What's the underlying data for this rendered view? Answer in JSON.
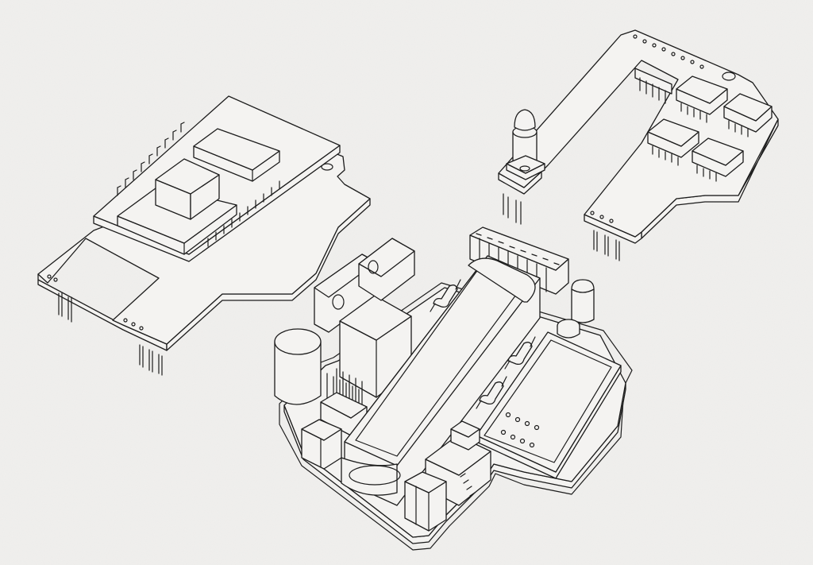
{
  "illustration": {
    "style": "isometric line drawing",
    "paper_color": "#f1f0ee",
    "ink_color": "#1c1c1c",
    "face_color": "#f4f3f1",
    "parts": [
      {
        "id": "main-module-board",
        "icon": "pcb-board-icon"
      },
      {
        "id": "radio-module-board",
        "icon": "radio-module-icon"
      },
      {
        "id": "led-sensor-board",
        "icon": "led-board-icon"
      }
    ]
  }
}
